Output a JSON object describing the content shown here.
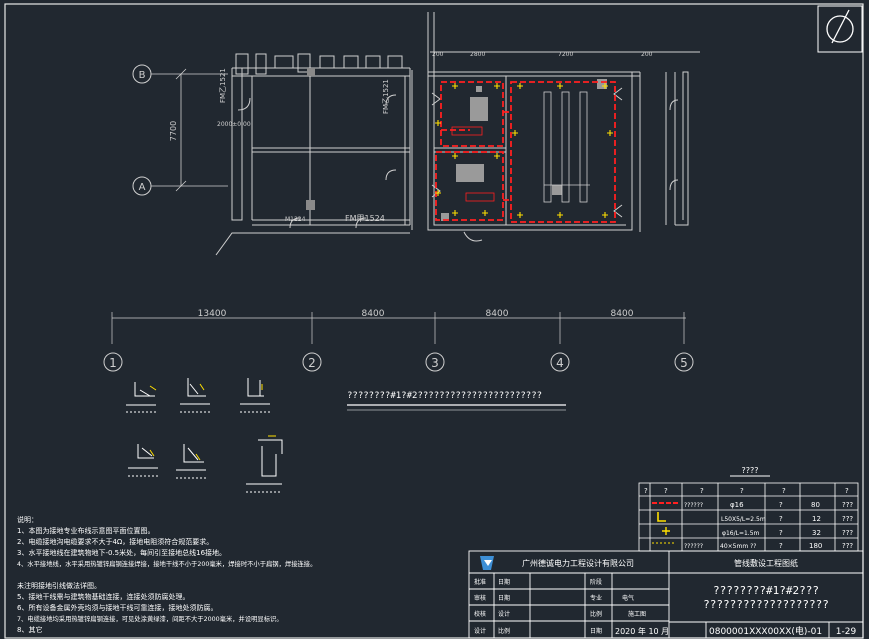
{
  "compass": {
    "label": ""
  },
  "grid_rows": {
    "b": "B",
    "a": "A",
    "span": "7700"
  },
  "grid_cols": {
    "labels": [
      "1",
      "2",
      "3",
      "4",
      "5"
    ],
    "spans": [
      "13400",
      "8400",
      "8400",
      "8400"
    ]
  },
  "top_dims": [
    "200",
    "2800",
    "7200",
    "200"
  ],
  "room_labels": {
    "fm1": "FM乙1521",
    "fm2": "FM乙1521",
    "fm3": "FM甲1524",
    "door1": "M1224",
    "elev": "2000±0.00"
  },
  "section_title": "????????#1?#2???????????????????????",
  "legend": {
    "header": [
      "?",
      "?",
      "?",
      "?",
      "?",
      "?"
    ],
    "rows": [
      {
        "sym": "??????",
        "spec": "φ16",
        "unit": "?",
        "qty": "80",
        "note": "???"
      },
      {
        "sym": "",
        "spec": "L50X5/L=2.5m",
        "unit": "?",
        "qty": "12",
        "note": "???"
      },
      {
        "sym": "",
        "spec": "φ16/L=1.5m",
        "unit": "?",
        "qty": "32",
        "note": "???"
      },
      {
        "sym": "??????",
        "spec": "40×5mm ??",
        "unit": "?",
        "qty": "180",
        "note": "???"
      }
    ],
    "caption": "????"
  },
  "notes": {
    "title": "说明：",
    "lines": [
      "1、本图为接地专业布线示意图平面位置图。",
      "2、电缆接地沟电缆要求不大于4Ω，接地电阻须符合规范要求。",
      "3、水平接地线在建筑物地下-0.5米处，每间引至接地总线16接地。",
      "4、水平接地线，水平采用热镀锌扁钢连接焊接，接地干线不小于200毫米，焊接时不小于扁钢，焊接连接。",
      "   未注明接地引线做法详图。",
      "5、接地干线需与建筑物基础连接，连接处须防腐处理。",
      "6、所有设备金属外壳均须与接地干线可靠连接，接地处须防腐。",
      "7、电缆接地均采用热镀锌扁钢连接，可见处涂黄绿漆，间距不大于2000毫米，并设明显标识。",
      "8、其它"
    ]
  },
  "title_block": {
    "company": "广州德诚电力工程设计有限公司",
    "project": "管线敷设工程图纸",
    "drawing_title": "????????#1?#2???",
    "drawing_sub": "???????????????????",
    "rows_left": [
      {
        "k": "批准",
        "v": "日期"
      },
      {
        "k": "审核",
        "v": "日期"
      },
      {
        "k": "校核",
        "v": "设计"
      },
      {
        "k": "设计",
        "v": "比例"
      }
    ],
    "mid": [
      {
        "k": "阶段",
        "v": ""
      },
      {
        "k": "专业",
        "v": "电气"
      },
      {
        "k": "比例",
        "v": "施工图"
      },
      {
        "k": "日期",
        "v": ""
      }
    ],
    "date": "2020 年 10 月",
    "sheet_code": "0800001XXX00XX(电)-01",
    "sheet_no": "1-29"
  }
}
